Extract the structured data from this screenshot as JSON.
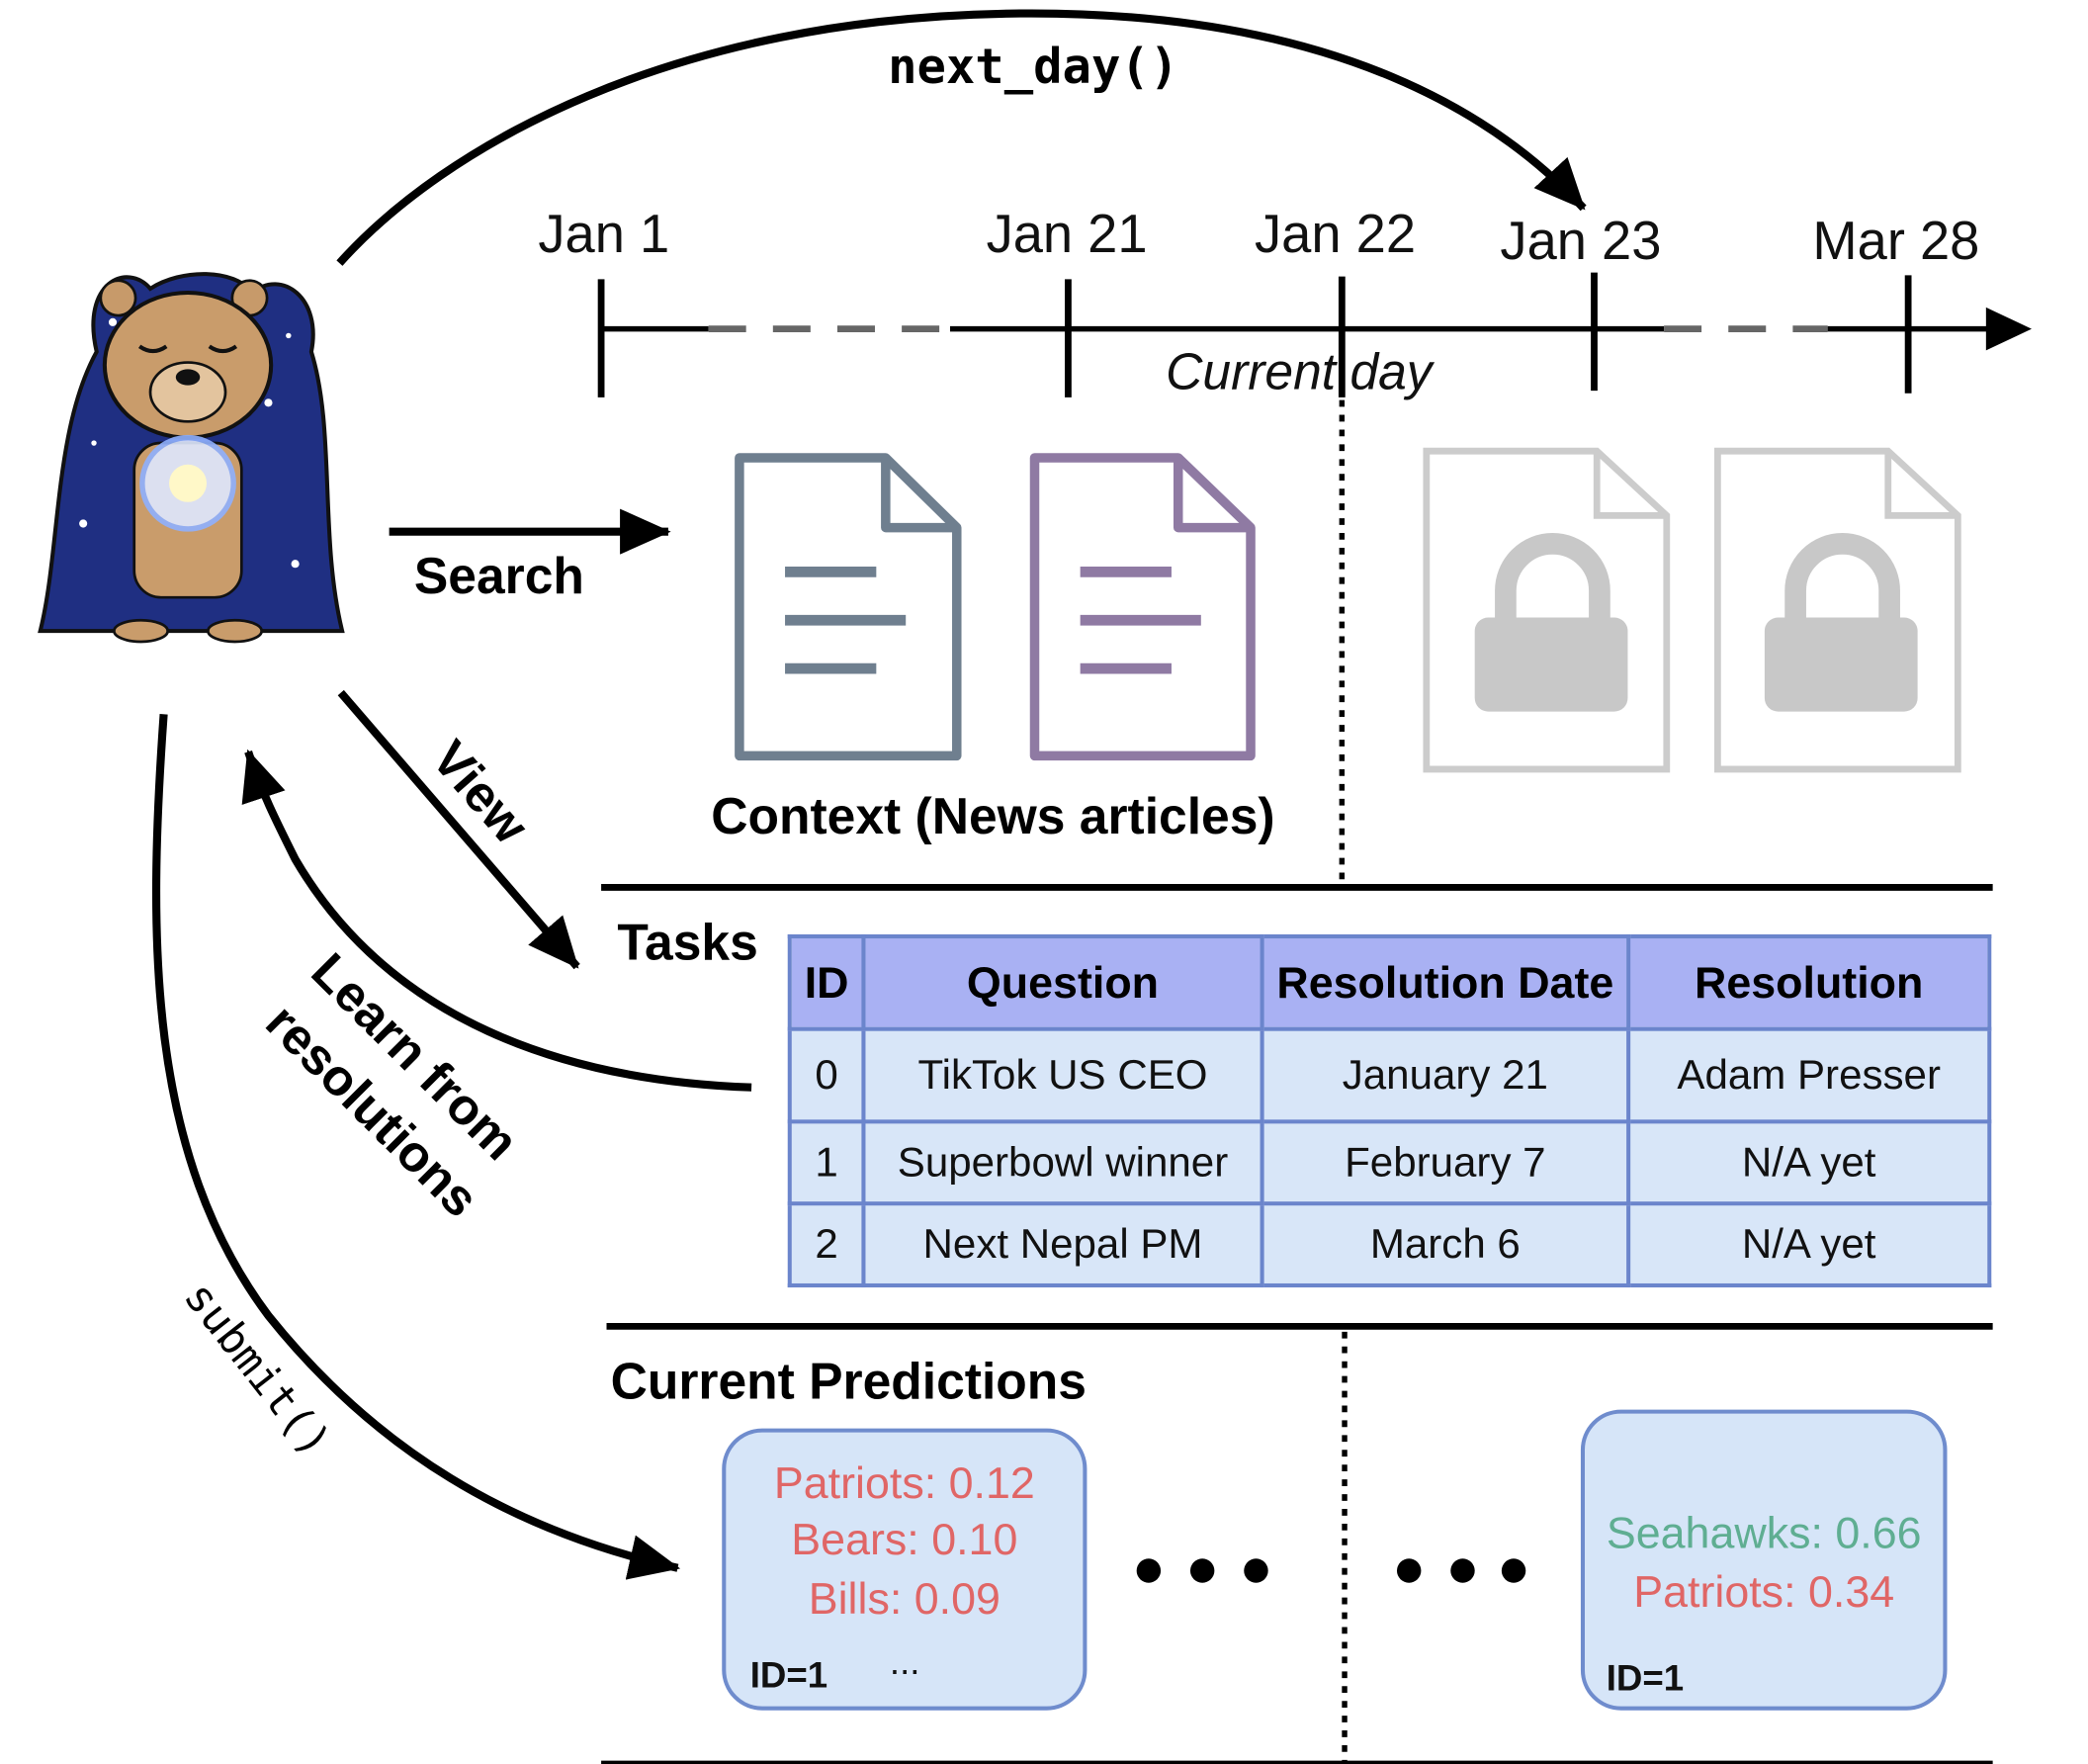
{
  "timeline": {
    "next_day_label": "next_day()",
    "dates": [
      "Jan 1",
      "Jan 21",
      "Jan 22",
      "Jan 23",
      "Mar 28"
    ],
    "current_day_label": "Current day"
  },
  "agent": {
    "search_label": "Search",
    "view_label": "View",
    "learn_label_line1": "Learn from",
    "learn_label_line2": "resolutions",
    "submit_label": "submit()"
  },
  "context": {
    "label": "Context (News articles)",
    "doc_colors": [
      "#6f7f8f",
      "#8f7aa3"
    ],
    "locked_color": "#cccccc"
  },
  "tasks": {
    "title": "Tasks",
    "columns": [
      "ID",
      "Question",
      "Resolution Date",
      "Resolution"
    ],
    "rows": [
      [
        "0",
        "TikTok US CEO",
        "January 21",
        "Adam Presser"
      ],
      [
        "1",
        "Superbowl winner",
        "February 7",
        "N/A yet"
      ],
      [
        "2",
        "Next Nepal PM",
        "March 6",
        "N/A yet"
      ]
    ],
    "header_color": "#a9b1f3",
    "cell_color": "#d8e6f8"
  },
  "predictions": {
    "title": "Current Predictions",
    "cards": [
      {
        "lines": [
          {
            "text": "Patriots: 0.12",
            "color": "#e06666"
          },
          {
            "text": "Bears: 0.10",
            "color": "#e06666"
          },
          {
            "text": "Bills: 0.09",
            "color": "#e06666"
          }
        ],
        "id_label": "ID=1",
        "more": "..."
      },
      {
        "lines": [
          {
            "text": "Seahawks: 0.66",
            "color": "#5fae92"
          },
          {
            "text": "Patriots: 0.34",
            "color": "#e06666"
          }
        ],
        "id_label": "ID=1"
      }
    ]
  }
}
